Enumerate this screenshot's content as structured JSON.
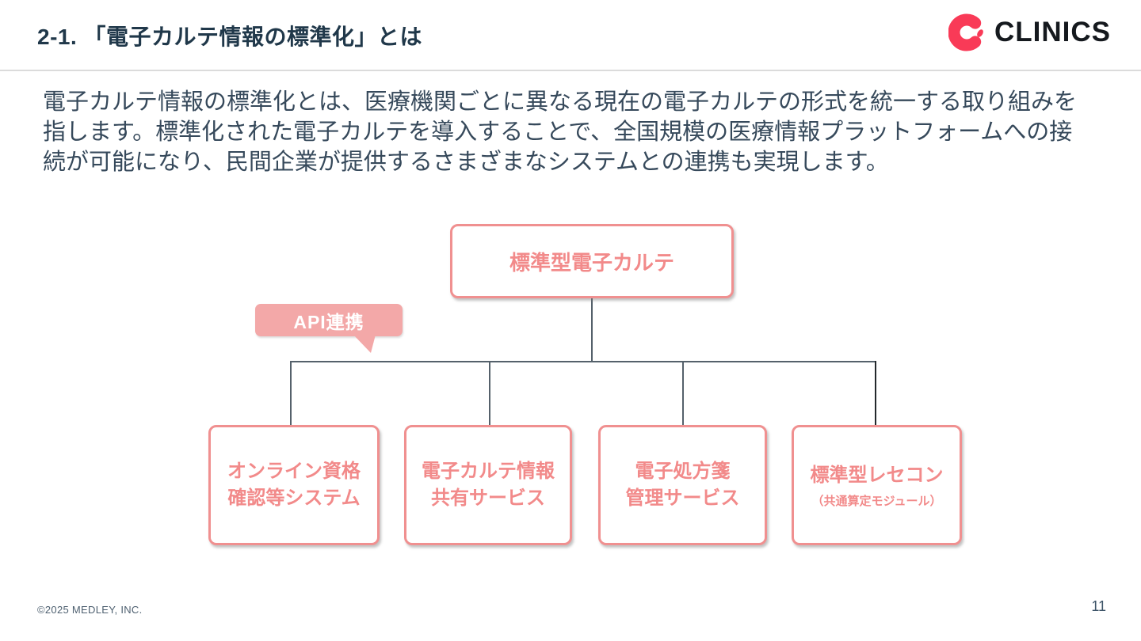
{
  "header": {
    "title": "2-1. 「電子カルテ情報の標準化」とは",
    "logo_text": "CLINICS"
  },
  "body": {
    "paragraph": "電子カルテ情報の標準化とは、医療機関ごとに異なる現在の電子カルテの形式を統一する取り組みを指します。標準化された電子カルテを導入することで、全国規模の医療情報プラットフォームへの接続が可能になり、民間企業が提供するさまざまなシステムとの連携も実現します。"
  },
  "diagram": {
    "root_label": "標準型電子カルテ",
    "api_label": "API連携",
    "children": [
      {
        "label": "オンライン資格\n確認等システム"
      },
      {
        "label": "電子カルテ情報\n共有サービス"
      },
      {
        "label": "電子処方箋\n管理サービス"
      },
      {
        "label": "標準型レセコン",
        "sublabel": "（共通算定モジュール）"
      }
    ],
    "colors": {
      "box_border": "#F09090",
      "box_text": "#F28A8A",
      "bubble_bg": "#F3A8A8",
      "bubble_text": "#FFFFFF",
      "connector_line": "#55616B",
      "logo_mark": "#F93A57",
      "logo_text": "#15191E",
      "title_text": "#20384A",
      "body_text": "#36495B"
    }
  },
  "footer": {
    "copyright": "©2025 MEDLEY, INC.",
    "page_number": "11"
  }
}
